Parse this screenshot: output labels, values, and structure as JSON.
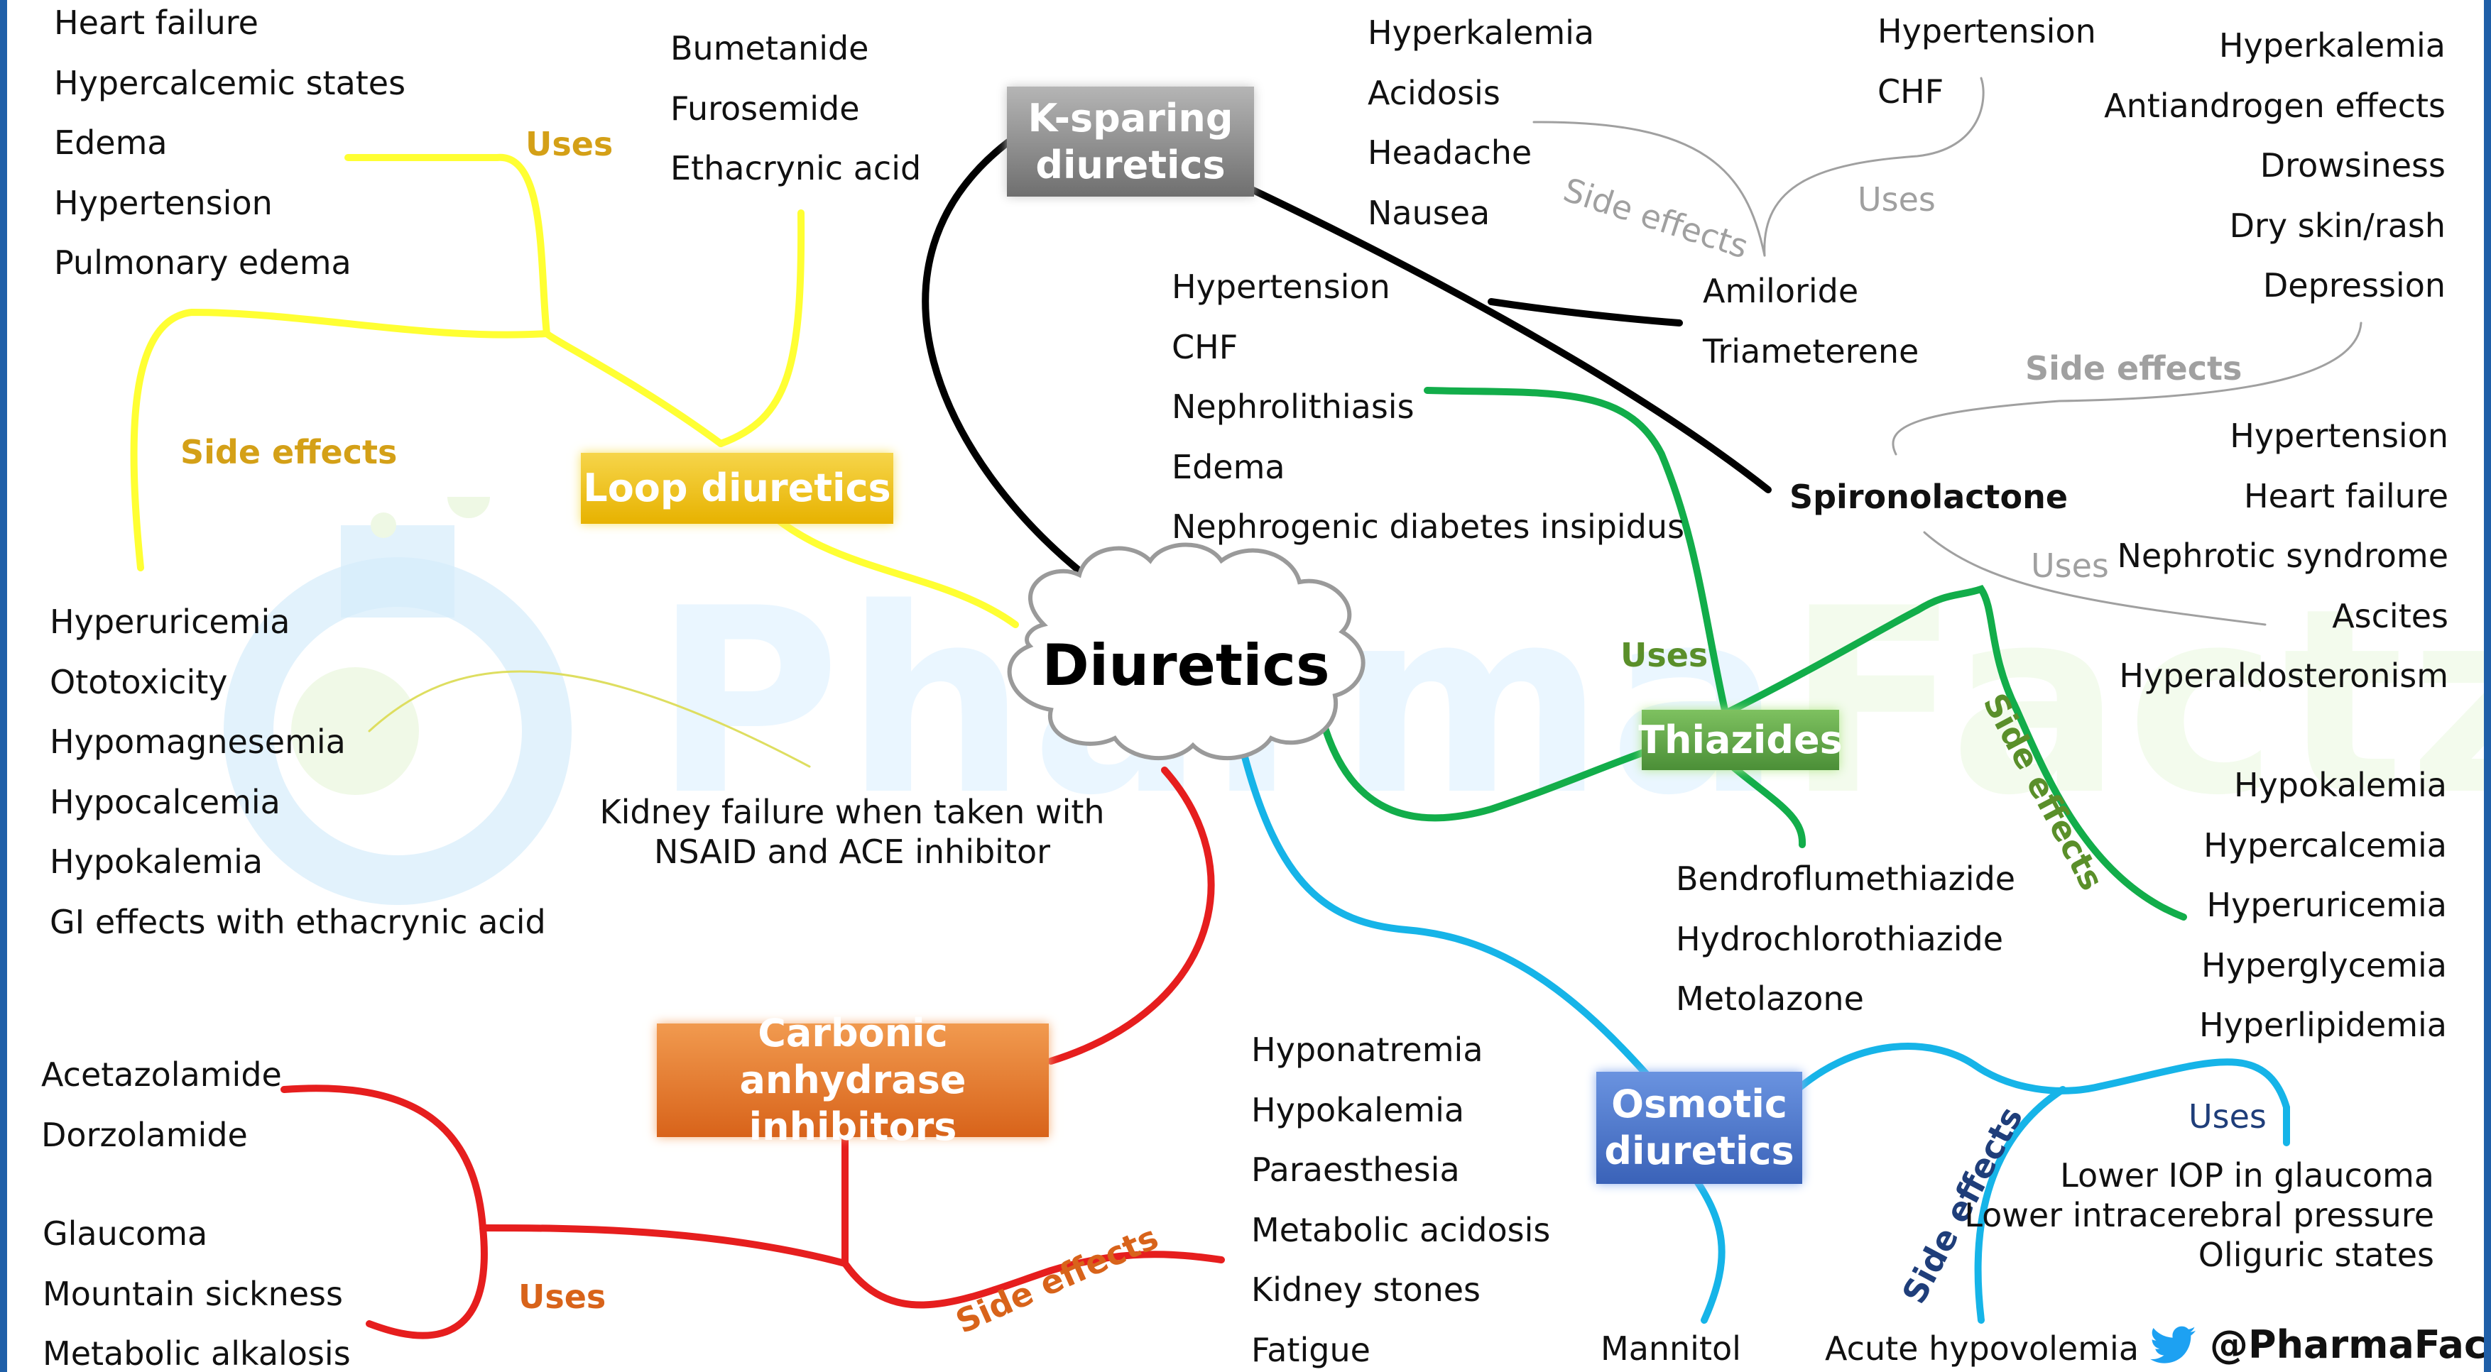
{
  "title": "Diuretics",
  "twitter_handle": "@PharmaFactz",
  "watermark": {
    "part1": "Pharma",
    "part2": "Factz"
  },
  "colors": {
    "loop": "#f2c40c",
    "ksparing": "#8a8a8a",
    "thiazides": "#5ea84a",
    "carbonic": "#e97d2d",
    "osmotic": "#3c6fc9",
    "line_yellow": "#ffff33",
    "line_green": "#12ad4a",
    "line_red": "#e61e1e",
    "line_blue": "#16b4e8",
    "line_black": "#000000",
    "line_gray": "#a0a0a0"
  },
  "categories": {
    "loop": "Loop diuretics",
    "ksparing": [
      "K-sparing",
      "diuretics"
    ],
    "thiazides": "Thiazides",
    "carbonic": [
      "Carbonic anhydrase",
      "inhibitors"
    ],
    "osmotic": [
      "Osmotic",
      "diuretics"
    ]
  },
  "branch_labels": {
    "loop_uses": "Uses",
    "loop_side_effects": "Side effects",
    "amiloride_side_effects": "Side effects",
    "amiloride_uses": "Uses",
    "spironolactone_side_effects": "Side effects",
    "spironolactone_uses": "Uses",
    "thiazide_uses": "Uses",
    "thiazide_side_effects": "Side effects",
    "carbonic_side_effects": "Side effects",
    "carbonic_uses": "Uses",
    "osmotic_side_effects": "Side effects",
    "osmotic_uses": "Uses"
  },
  "loop_uses": [
    "Heart failure",
    "Hypercalcemic states",
    "Edema",
    "Hypertension",
    "Pulmonary edema"
  ],
  "loop_drugs": [
    "Bumetanide",
    "Furosemide",
    "Ethacrynic acid"
  ],
  "loop_side_effects": [
    "Hyperuricemia",
    "Ototoxicity",
    "Hypomagnesemia",
    "Hypocalcemia",
    "Hypokalemia",
    "GI effects with ethacrynic acid"
  ],
  "loop_note": [
    "Kidney failure when taken with",
    "NSAID and ACE inhibitor"
  ],
  "amiloride_side_effects": [
    "Hyperkalemia",
    "Acidosis",
    "Headache",
    "Nausea"
  ],
  "amiloride_uses": [
    "Hypertension",
    "CHF"
  ],
  "ksparing_drugs": [
    "Amiloride",
    "Triameterene"
  ],
  "spironolactone": "Spironolactone",
  "spironolactone_side_effects": [
    "Hyperkalemia",
    "Antiandrogen effects",
    "Drowsiness",
    "Dry skin/rash",
    "Depression"
  ],
  "spironolactone_uses": [
    "Hypertension",
    "Heart failure",
    "Nephrotic syndrome",
    "Ascites",
    "Hyperaldosteronism"
  ],
  "thiazide_uses": [
    "Hypertension",
    "CHF",
    "Nephrolithiasis",
    "Edema",
    "Nephrogenic diabetes insipidus"
  ],
  "thiazide_drugs": [
    "Bendroflumethiazide",
    "Hydrochlorothiazide",
    "Metolazone"
  ],
  "thiazide_side_effects": [
    "Hypokalemia",
    "Hypercalcemia",
    "Hyperuricemia",
    "Hyperglycemia",
    "Hyperlipidemia"
  ],
  "carbonic_drugs": [
    "Acetazolamide",
    "Dorzolamide"
  ],
  "carbonic_uses": [
    "Glaucoma",
    "Mountain sickness",
    "Metabolic alkalosis"
  ],
  "carbonic_side_effects": [
    "Hyponatremia",
    "Hypokalemia",
    "Paraesthesia",
    "Metabolic acidosis",
    "Kidney stones",
    "Fatigue"
  ],
  "osmotic_drug": "Mannitol",
  "osmotic_side_effect": "Acute hypovolemia",
  "osmotic_uses": [
    "Lower IOP in glaucoma",
    "Lower intracerebral pressure",
    "Oliguric states"
  ]
}
